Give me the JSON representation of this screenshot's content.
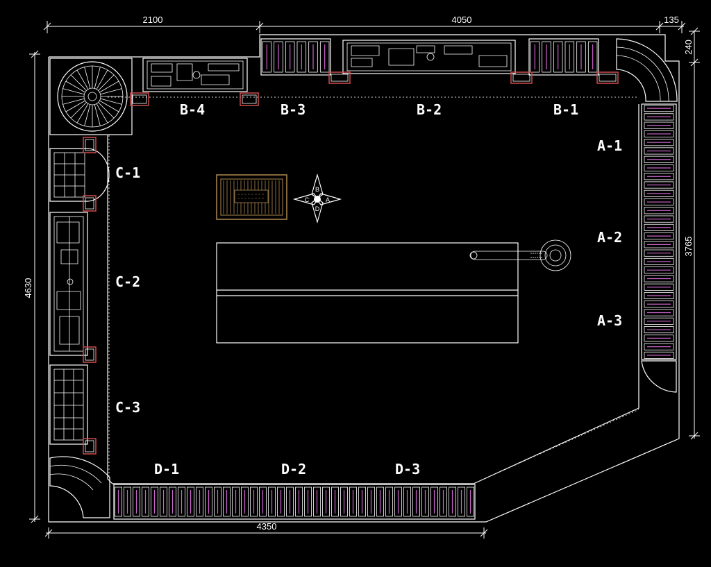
{
  "dimensions": {
    "top_left": "2100",
    "top_middle": "4050",
    "top_right": "135",
    "right_top": "240",
    "right_main": "3765",
    "left_main": "4630",
    "bottom": "4350"
  },
  "zones": {
    "A1": "A-1",
    "A2": "A-2",
    "A3": "A-3",
    "B1": "B-1",
    "B2": "B-2",
    "B3": "B-3",
    "B4": "B-4",
    "C1": "C-1",
    "C2": "C-2",
    "C3": "C-3",
    "D1": "D-1",
    "D2": "D-2",
    "D3": "D-3"
  },
  "compass": {
    "n": "B",
    "e": "A",
    "s": "D",
    "w": "C"
  },
  "colors": {
    "background": "#000000",
    "lines": "#ffffff",
    "shelf_accent": "#cc66cc",
    "fixture_red": "#d04a4a",
    "mat": "#b08a50"
  }
}
